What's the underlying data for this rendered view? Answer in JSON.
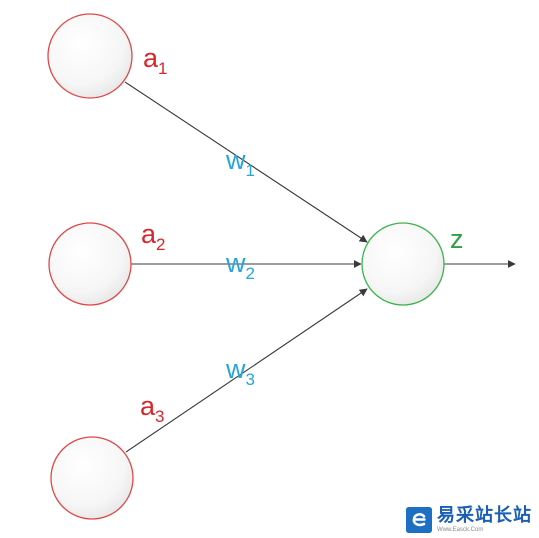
{
  "diagram": {
    "inputs": [
      {
        "base": "a",
        "sub": "1"
      },
      {
        "base": "a",
        "sub": "2"
      },
      {
        "base": "a",
        "sub": "3"
      }
    ],
    "weights": [
      {
        "base": "w",
        "sub": "1"
      },
      {
        "base": "w",
        "sub": "2"
      },
      {
        "base": "w",
        "sub": "3"
      }
    ],
    "output": {
      "label": "z"
    },
    "colors": {
      "input_stroke": "#e04848",
      "input_text": "#d9262c",
      "weight_text": "#29a5dc",
      "output_stroke": "#3cb44b",
      "output_text": "#2ea043",
      "edge": "#3a3a3a"
    }
  },
  "watermark": {
    "title": "易采站长站",
    "subtitle": "Www.Easck.Com",
    "logo_icon": "e-logo-icon"
  }
}
